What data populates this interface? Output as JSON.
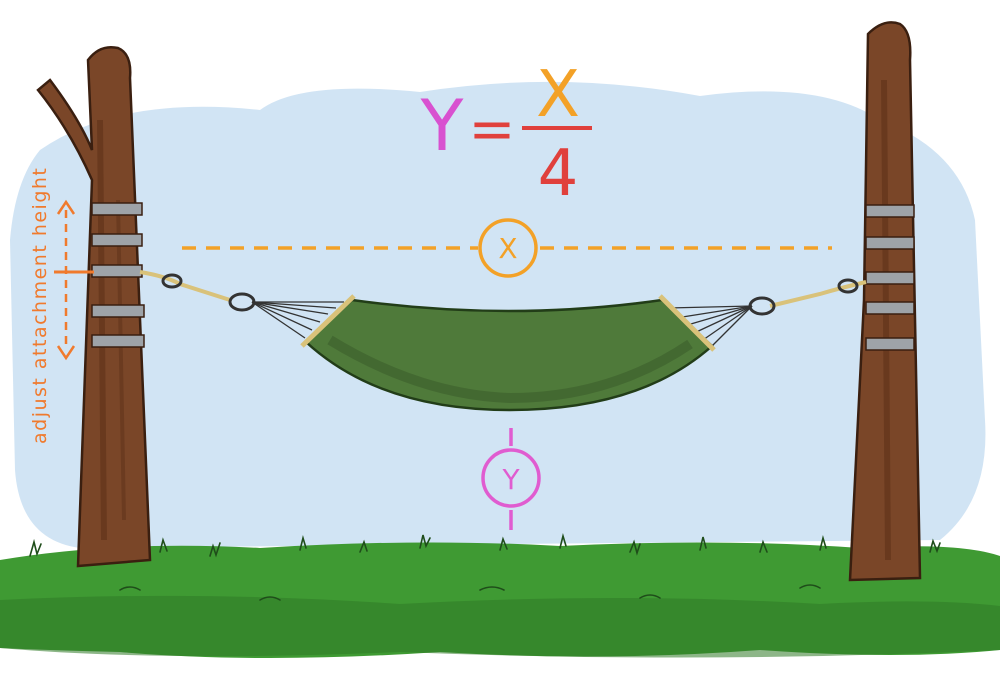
{
  "formula": {
    "lhs": "Y",
    "equals": "=",
    "numerator": "X",
    "denominator": "4"
  },
  "markers": {
    "x_label": "X",
    "y_label": "Y"
  },
  "side_label": "adjust attachment height",
  "colors": {
    "sky": "#cfe3f3",
    "trunk": "#7a4628",
    "trunk_dark": "#5e3219",
    "strap": "#9ea3a8",
    "hammock": "#4f7a3a",
    "hammock_dark": "#3c5e2b",
    "grass": "#3f9a33",
    "grass_dark": "#2f7a27",
    "x_marker": "#f3a127",
    "y_marker": "#e05cd0",
    "annotation": "#f07a2d",
    "formula_y": "#d851d0",
    "formula_eq": "#e0403c",
    "rope": "#d9c27a"
  },
  "icons": {
    "tree_left": "tree-trunk-icon",
    "tree_right": "tree-trunk-icon",
    "hammock": "hammock-icon",
    "carabiner": "carabiner-icon"
  }
}
